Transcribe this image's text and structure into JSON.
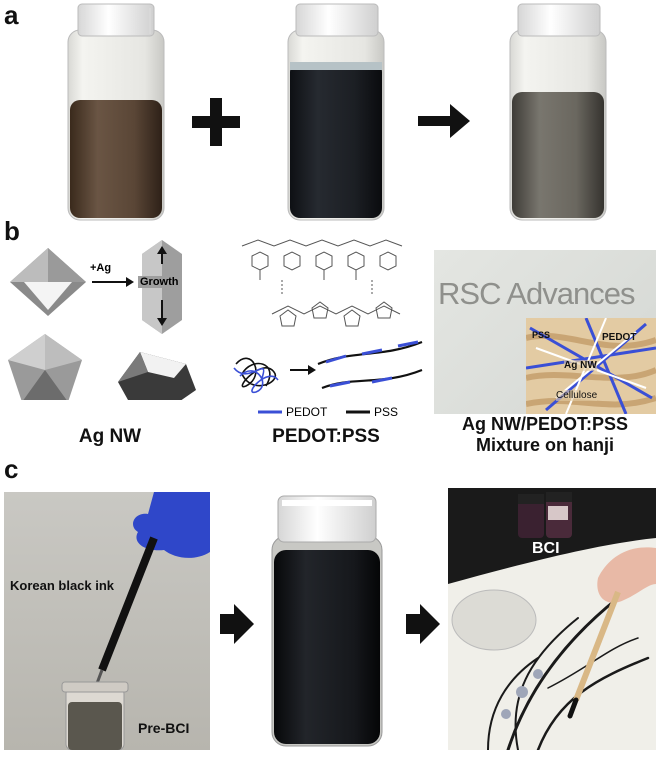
{
  "panels": {
    "a": "a",
    "b": "b",
    "c": "c"
  },
  "panel_b": {
    "agnw_arrow_label": "+Ag",
    "agnw_growth_label": "Growth",
    "agnw_caption": "Ag NW",
    "pedot_caption": "PEDOT:PSS",
    "legend_pedot": "PEDOT",
    "legend_pss": "PSS",
    "hanji_text": "RSC Advances",
    "inset_pss": "PSS",
    "inset_pedot": "PEDOT",
    "inset_agnw": "Ag NW",
    "inset_cellulose": "Cellulose",
    "hanji_caption_line1": "Ag NW/PEDOT:PSS",
    "hanji_caption_line2": "Mixture on hanji"
  },
  "panel_c": {
    "ink_label": "Korean black ink",
    "pre_bci_label": "Pre-BCI",
    "bci_label": "BCI"
  },
  "colors": {
    "pedot_blue": "#3a4fd6",
    "pss_black": "#111111",
    "glove_blue": "#2f47c9",
    "cap_white": "#f2f2f2"
  }
}
